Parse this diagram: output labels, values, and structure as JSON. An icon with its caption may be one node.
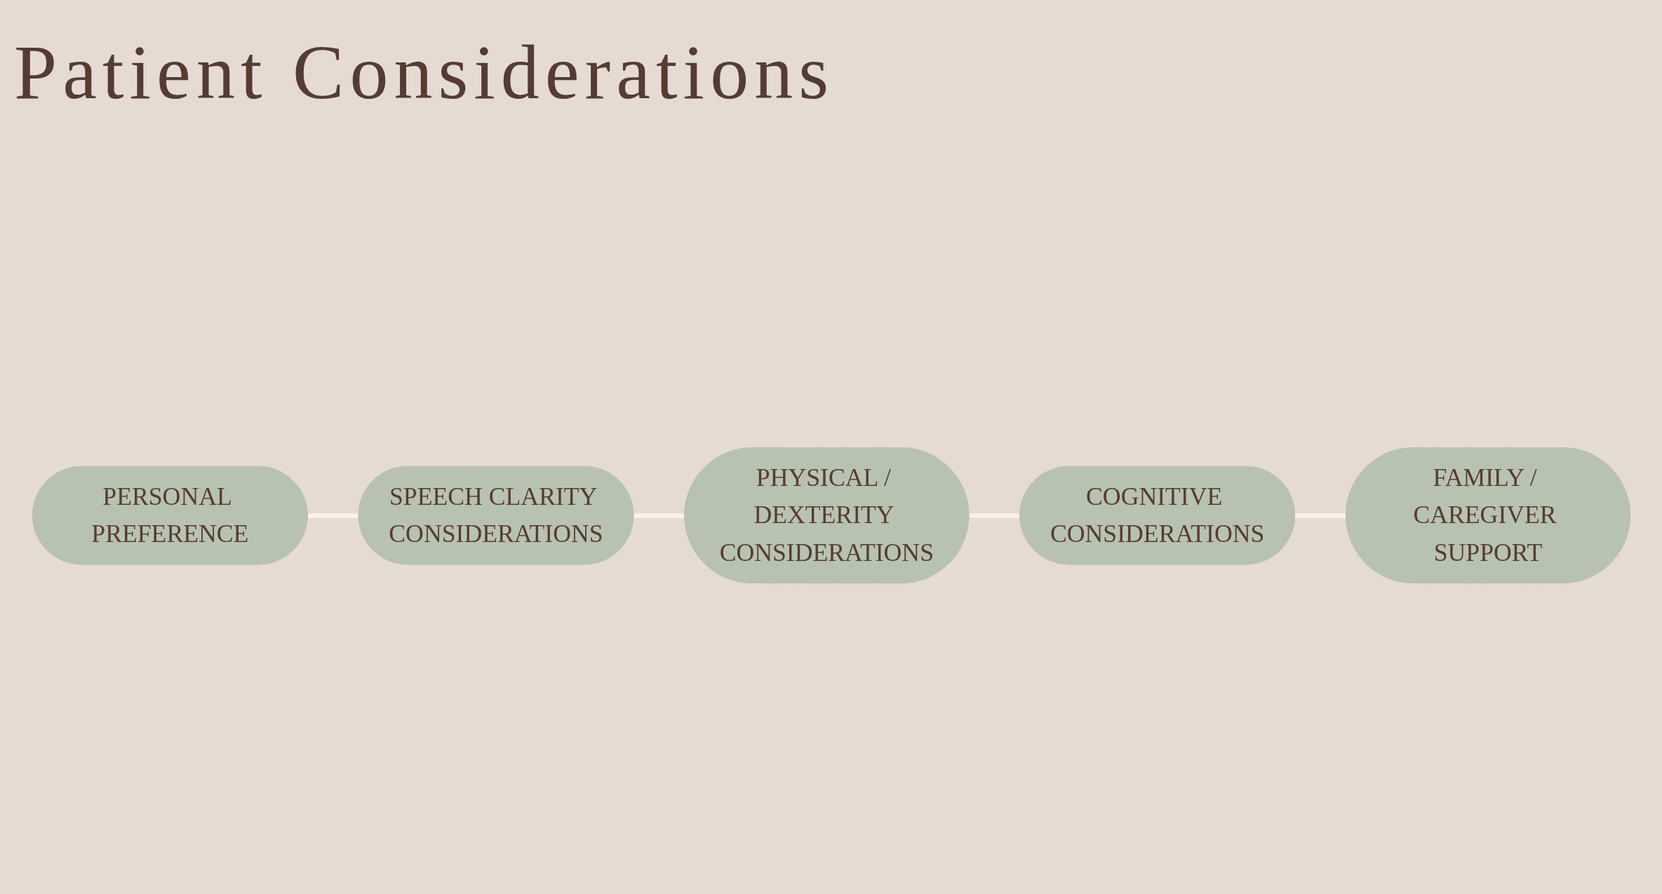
{
  "diagram": {
    "title": "Patient Considerations",
    "nodes": [
      {
        "text": [
          "SPEECH CLARITY CONSIDERATIONS"
        ]
      },
      {
        "text": [
          "PERSONAL PREFERENCE"
        ]
      },
      {
        "text": [
          "PHYSICAL / DEXTERITY CONSIDERATIONS"
        ]
      },
      {
        "text": [
          "COGNITIVE CONSIDERATIONS"
        ]
      },
      {
        "text": [
          "FAMILY / CAREGIVER SUPPORT"
        ]
      }
    ],
    "edges": [
      {
        "from": 1,
        "to": 0,
        "arrow": "none"
      },
      {
        "from": 0,
        "to": 2,
        "arrow": "none"
      },
      {
        "from": 2,
        "to": 3,
        "arrow": "none"
      },
      {
        "from": 3,
        "to": 4,
        "arrow": "none"
      }
    ]
  }
}
